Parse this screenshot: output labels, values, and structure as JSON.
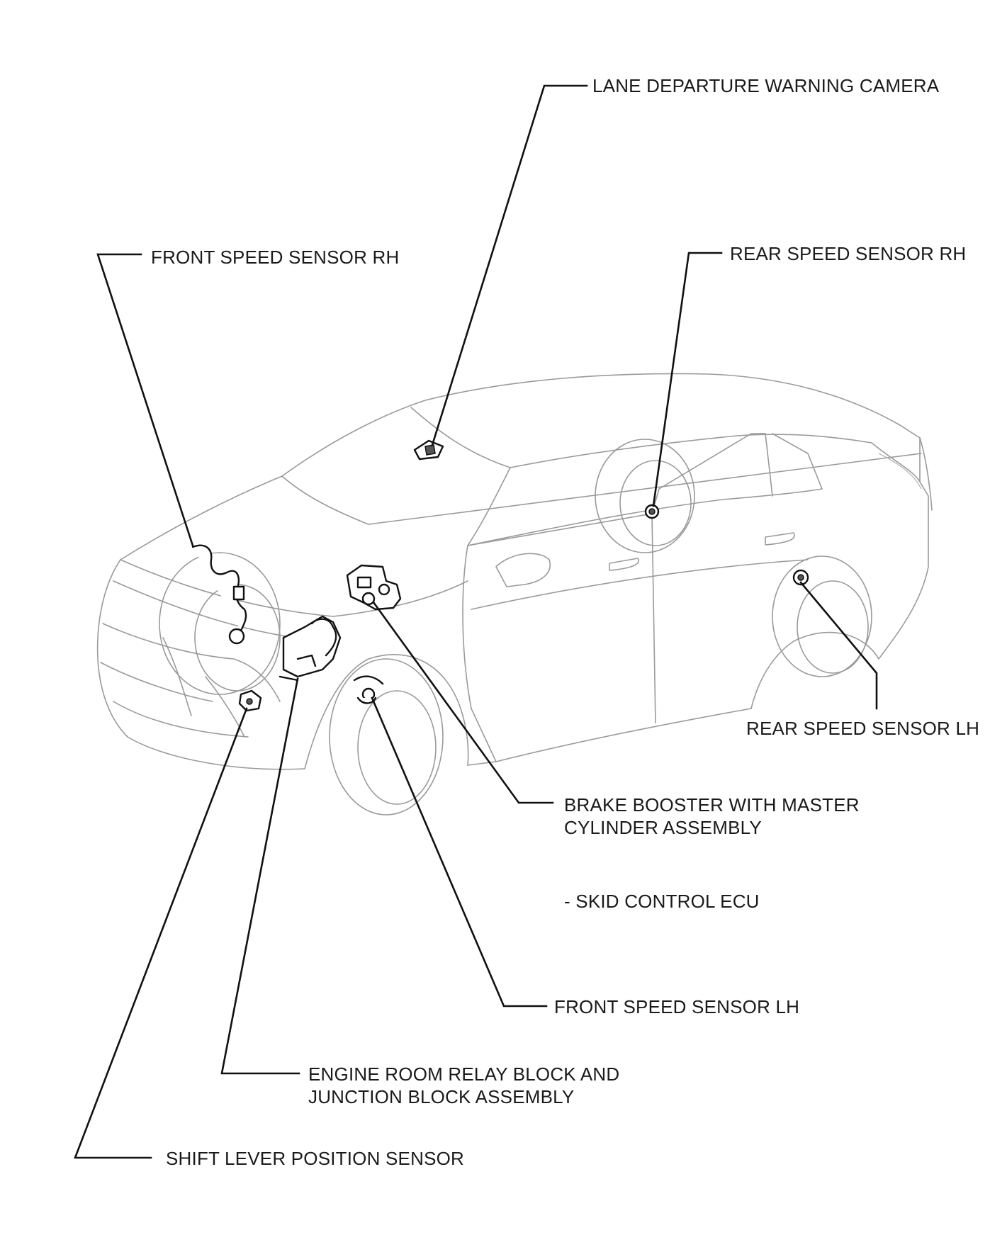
{
  "labels": {
    "lane_departure_camera": "LANE DEPARTURE WARNING CAMERA",
    "front_speed_sensor_rh": "FRONT SPEED SENSOR RH",
    "rear_speed_sensor_rh": "REAR SPEED SENSOR RH",
    "rear_speed_sensor_lh": "REAR SPEED SENSOR LH",
    "brake_booster": [
      "BRAKE BOOSTER WITH MASTER",
      "CYLINDER ASSEMBLY"
    ],
    "skid_control_ecu": "- SKID CONTROL ECU",
    "front_speed_sensor_lh": "FRONT SPEED SENSOR LH",
    "engine_room_relay": [
      "ENGINE ROOM RELAY BLOCK AND",
      "JUNCTION BLOCK ASSEMBLY"
    ],
    "shift_lever_sensor": "SHIFT LEVER POSITION SENSOR"
  },
  "colors": {
    "car_outline": "#9a9a9a",
    "component": "#111111",
    "leader": "#111111",
    "text": "#1a1a1a"
  }
}
